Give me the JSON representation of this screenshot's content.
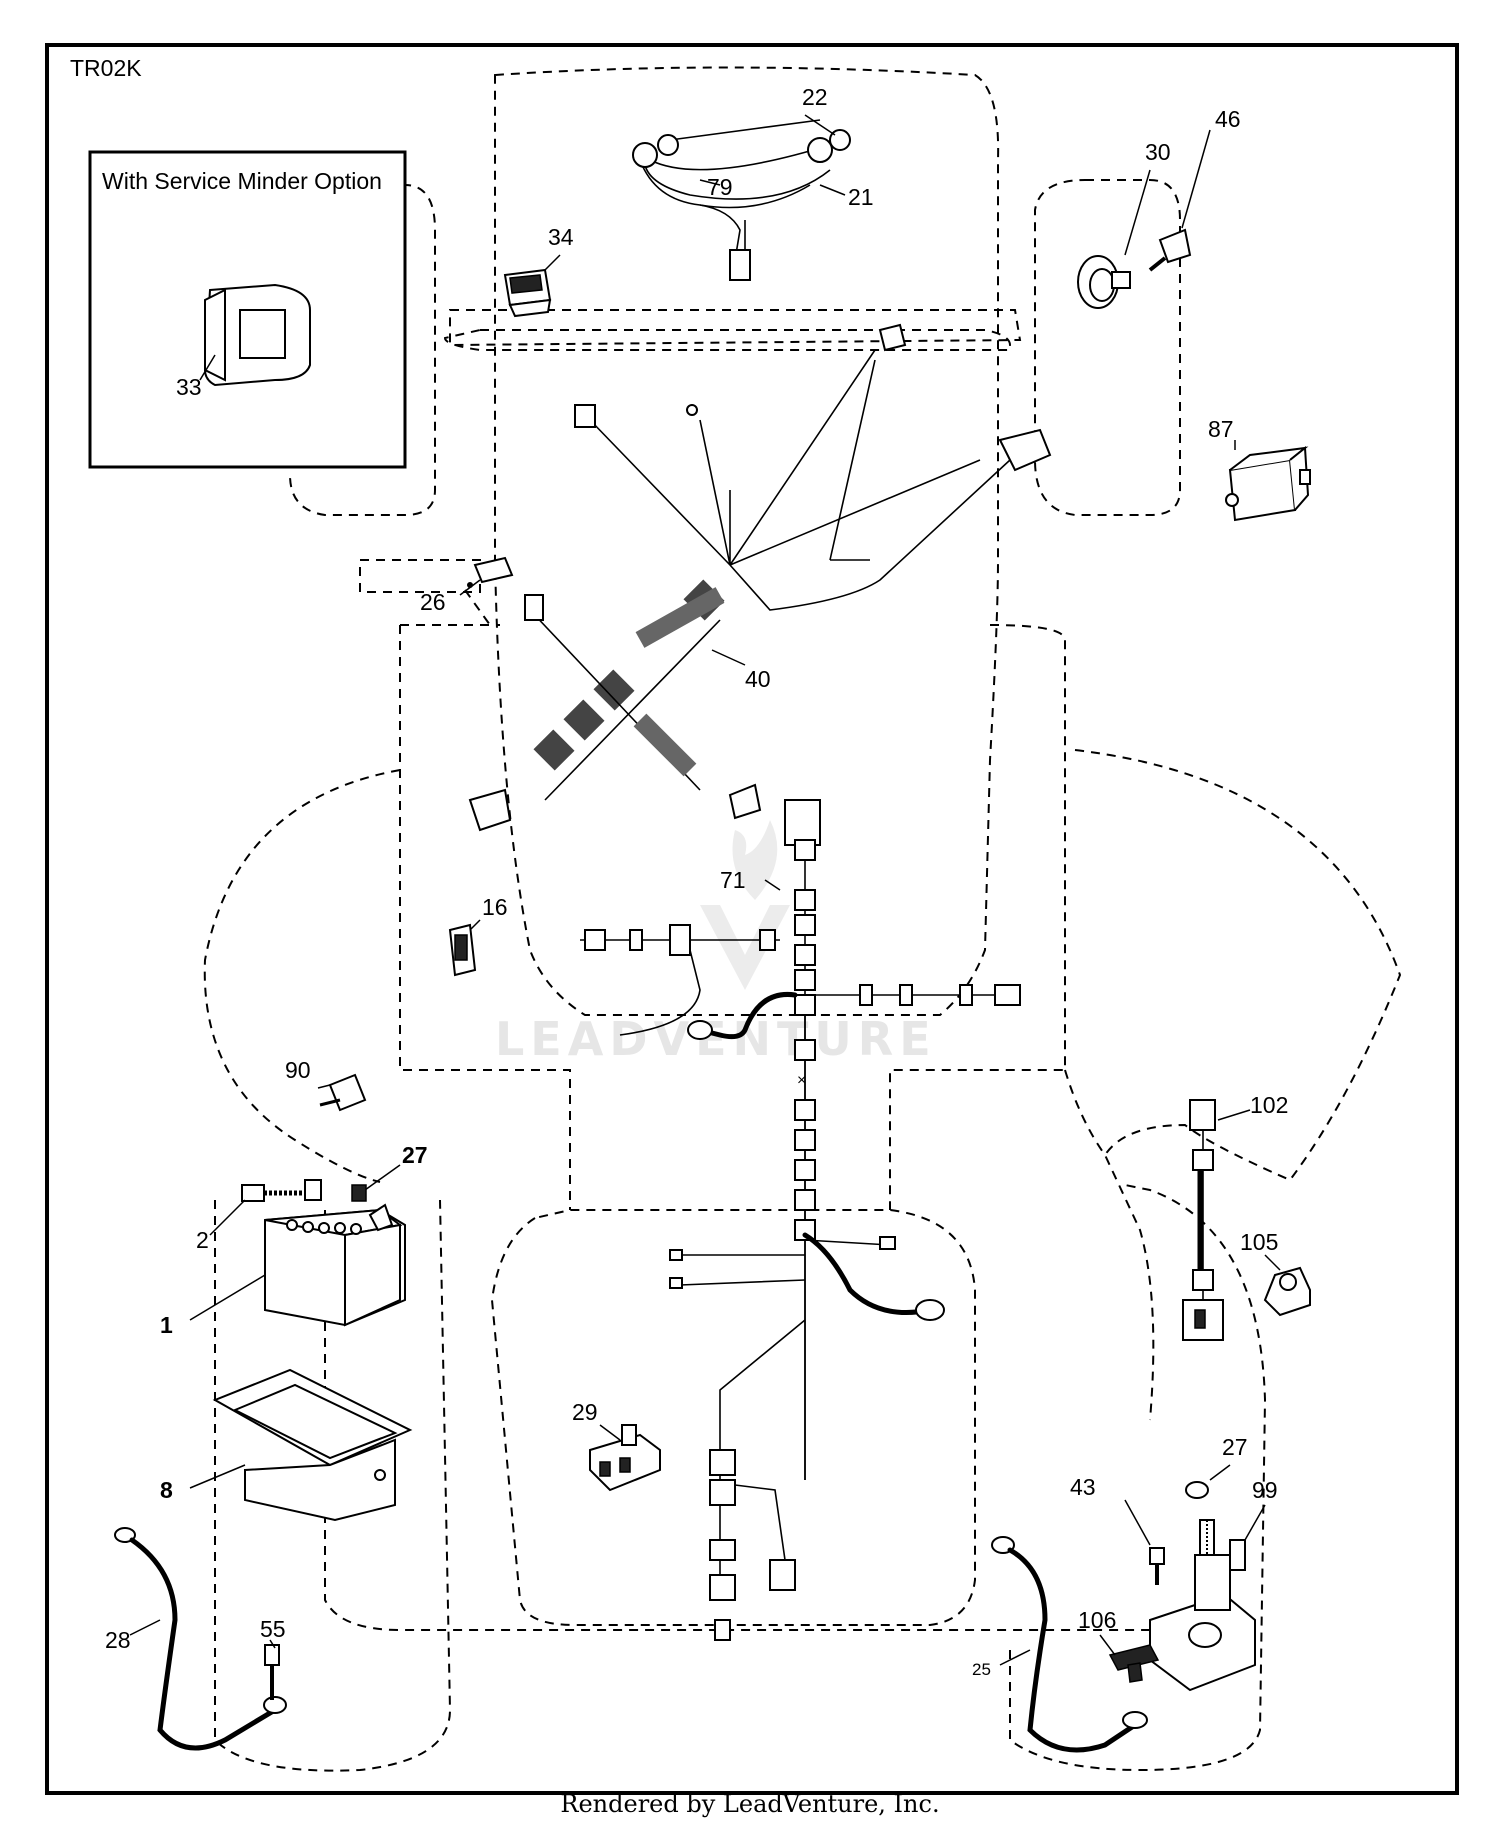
{
  "diagram": {
    "code": "TR02K",
    "inset_title": "With Service Minder Option",
    "watermark": "LEADVENTURE",
    "footer": "Rendered by LeadVenture, Inc.",
    "part_labels": [
      {
        "id": "22",
        "text": "22"
      },
      {
        "id": "79",
        "text": "79"
      },
      {
        "id": "21",
        "text": "21"
      },
      {
        "id": "30",
        "text": "30"
      },
      {
        "id": "33",
        "text": "33"
      },
      {
        "id": "34",
        "text": "34"
      },
      {
        "id": "46",
        "text": "46"
      },
      {
        "id": "87",
        "text": "87"
      },
      {
        "id": "26",
        "text": "26"
      },
      {
        "id": "40",
        "text": "40"
      },
      {
        "id": "71",
        "text": "71"
      },
      {
        "id": "16",
        "text": "16"
      },
      {
        "id": "90",
        "text": "90"
      },
      {
        "id": "27a",
        "text": "27"
      },
      {
        "id": "2",
        "text": "2"
      },
      {
        "id": "1",
        "text": "1"
      },
      {
        "id": "8",
        "text": "8"
      },
      {
        "id": "28",
        "text": "28"
      },
      {
        "id": "55",
        "text": "55"
      },
      {
        "id": "29",
        "text": "29"
      },
      {
        "id": "102",
        "text": "102"
      },
      {
        "id": "105",
        "text": "105"
      },
      {
        "id": "27b",
        "text": "27"
      },
      {
        "id": "99",
        "text": "99"
      },
      {
        "id": "43",
        "text": "43"
      },
      {
        "id": "106",
        "text": "106"
      },
      {
        "id": "25",
        "text": "25"
      }
    ]
  }
}
